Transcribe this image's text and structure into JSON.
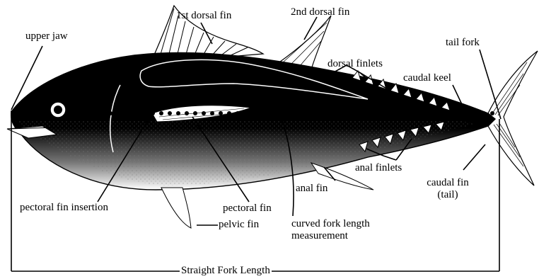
{
  "labels": {
    "first_dorsal_fin": "1st dorsal fin",
    "second_dorsal_fin": "2nd dorsal fin",
    "upper_jaw": "upper jaw",
    "tail_fork": "tail fork",
    "dorsal_finlets": "dorsal finlets",
    "caudal_keel": "caudal keel",
    "anal_finlets": "anal finlets",
    "caudal_fin_line1": "caudal fin",
    "caudal_fin_line2": "(tail)",
    "anal_fin": "anal fin",
    "pectoral_fin_insertion": "pectoral fin insertion",
    "pectoral_fin": "pectoral fin",
    "pelvic_fin": "pelvic fin",
    "curved_fork_line1": "curved fork length",
    "curved_fork_line2": "measurement",
    "straight_fork_length": "Straight Fork Length"
  }
}
